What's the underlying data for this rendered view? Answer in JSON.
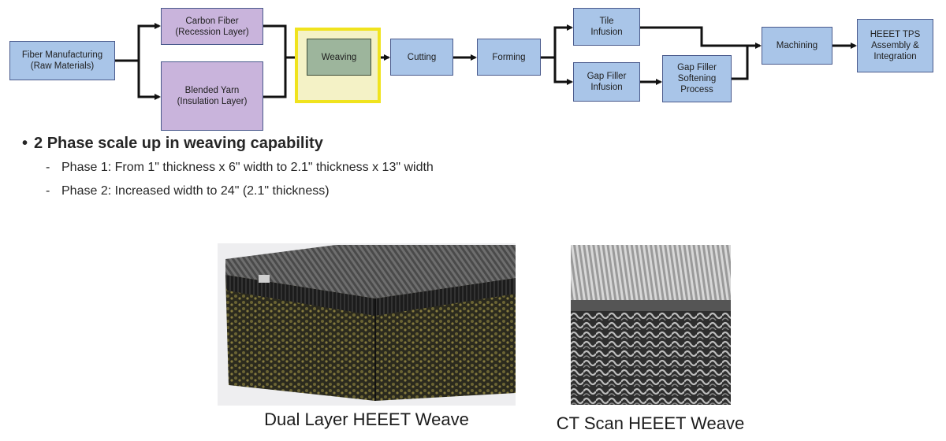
{
  "flow": {
    "fiber_manufacturing": "Fiber Manufacturing\n(Raw Materials)",
    "carbon_fiber": "Carbon Fiber\n(Recession Layer)",
    "blended_yarn": "Blended Yarn\n(Insulation Layer)",
    "weaving": "Weaving",
    "cutting": "Cutting",
    "forming": "Forming",
    "tile_infusion": "Tile\nInfusion",
    "gap_filler_infusion": "Gap Filler\nInfusion",
    "gap_filler_softening": "Gap Filler\nSoftening\nProcess",
    "machining": "Machining",
    "heeet_tps": "HEEET TPS\nAssembly &\nIntegration"
  },
  "bullets": {
    "main": "2 Phase scale up in weaving capability",
    "phase1": "Phase 1: From 1\" thickness x 6\" width to 2.1\" thickness x 13\" width",
    "phase2": "Phase 2: Increased width to 24\" (2.1\" thickness)"
  },
  "captions": {
    "dual_layer": "Dual Layer HEEET Weave",
    "ct_scan": "CT Scan HEEET Weave"
  },
  "colors": {
    "process_box": "#a9c5e8",
    "material_box": "#c9b4dc",
    "weaving_box": "#9db59c",
    "highlight": "#f0e31e"
  }
}
